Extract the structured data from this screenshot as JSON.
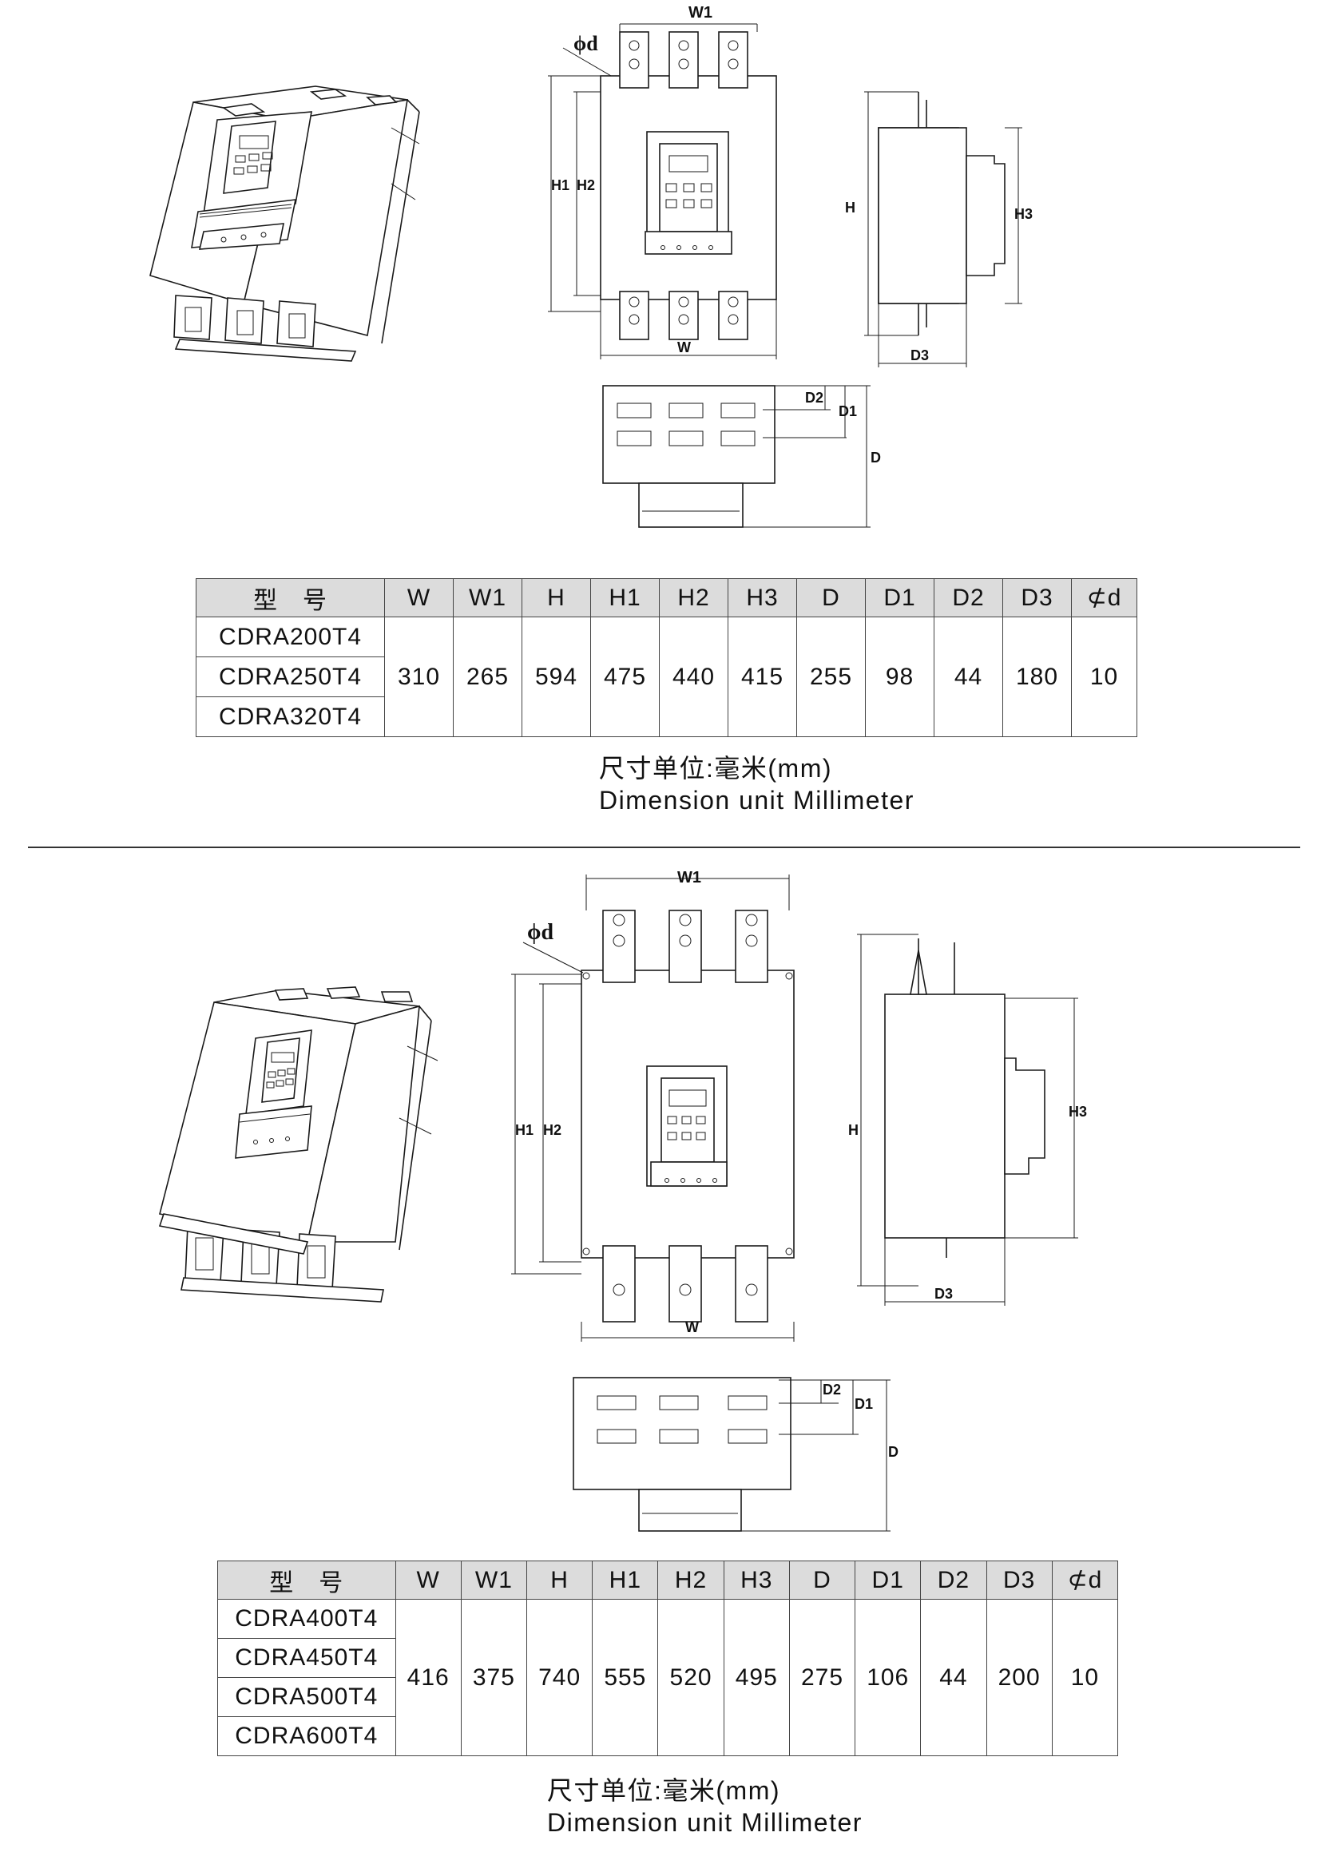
{
  "dim_labels": {
    "w": "W",
    "w1": "W1",
    "h": "H",
    "h1": "H1",
    "h2": "H2",
    "h3": "H3",
    "d": "D",
    "d1": "D1",
    "d2": "D2",
    "d3": "D3",
    "phi_d": "ϕd"
  },
  "sections": [
    {
      "table": {
        "header": [
          "型　号",
          "W",
          "W1",
          "H",
          "H1",
          "H2",
          "H3",
          "D",
          "D1",
          "D2",
          "D3",
          "⊄d"
        ],
        "models": [
          "CDRA200T4",
          "CDRA250T4",
          "CDRA320T4"
        ],
        "values": [
          "310",
          "265",
          "594",
          "475",
          "440",
          "415",
          "255",
          "98",
          "44",
          "180",
          "10"
        ]
      },
      "unit_cn": "尺寸单位:毫米(mm)",
      "unit_en": "Dimension unit Millimeter"
    },
    {
      "table": {
        "header": [
          "型　号",
          "W",
          "W1",
          "H",
          "H1",
          "H2",
          "H3",
          "D",
          "D1",
          "D2",
          "D3",
          "⊄d"
        ],
        "models": [
          "CDRA400T4",
          "CDRA450T4",
          "CDRA500T4",
          "CDRA600T4"
        ],
        "values": [
          "416",
          "375",
          "740",
          "555",
          "520",
          "495",
          "275",
          "106",
          "44",
          "200",
          "10"
        ]
      },
      "unit_cn": "尺寸单位:毫米(mm)",
      "unit_en": "Dimension unit Millimeter"
    }
  ]
}
